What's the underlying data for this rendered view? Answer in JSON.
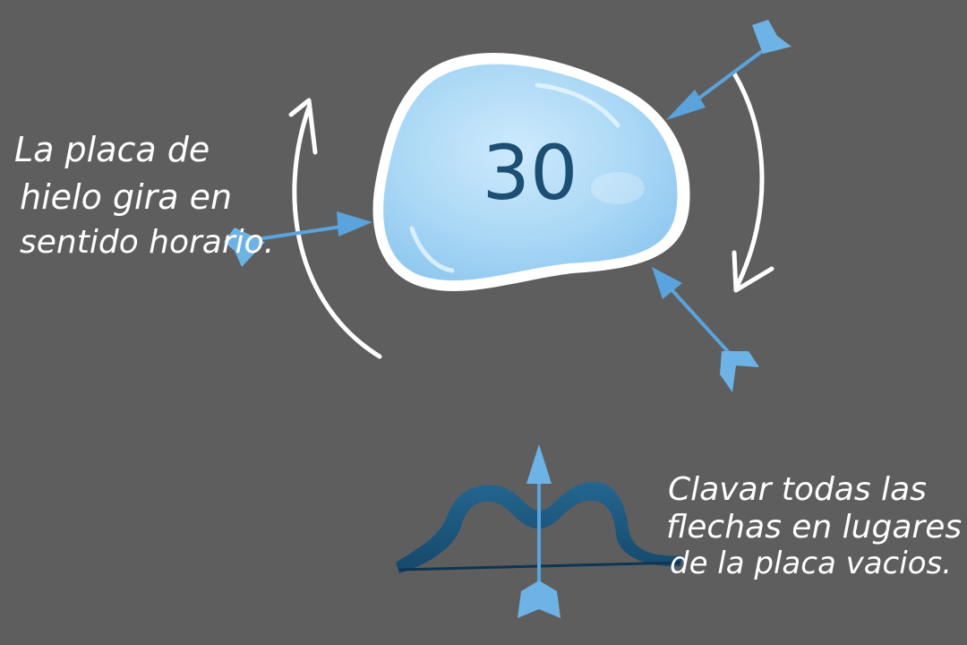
{
  "game": {
    "counter": "30",
    "instructions_rotation": {
      "line1": "La placa de",
      "line2": "hielo gira en",
      "line3": "sentido horario."
    },
    "instructions_goal": {
      "line1": "Clavar todas las",
      "line2": "flechas en lugares",
      "line3": "de la placa vacios."
    }
  },
  "colors": {
    "background": "#5e5e5e",
    "ice_fill": "#a9d7f5",
    "ice_border": "#ffffff",
    "counter_text": "#1d4e73",
    "arrow": "#5aa3dc",
    "bow": "#1c5b84",
    "annotation": "#ffffff"
  },
  "icons": {
    "stuck_arrow": "arrow-icon",
    "bow": "bow-icon",
    "rotation": "clockwise-rotation-icon"
  }
}
